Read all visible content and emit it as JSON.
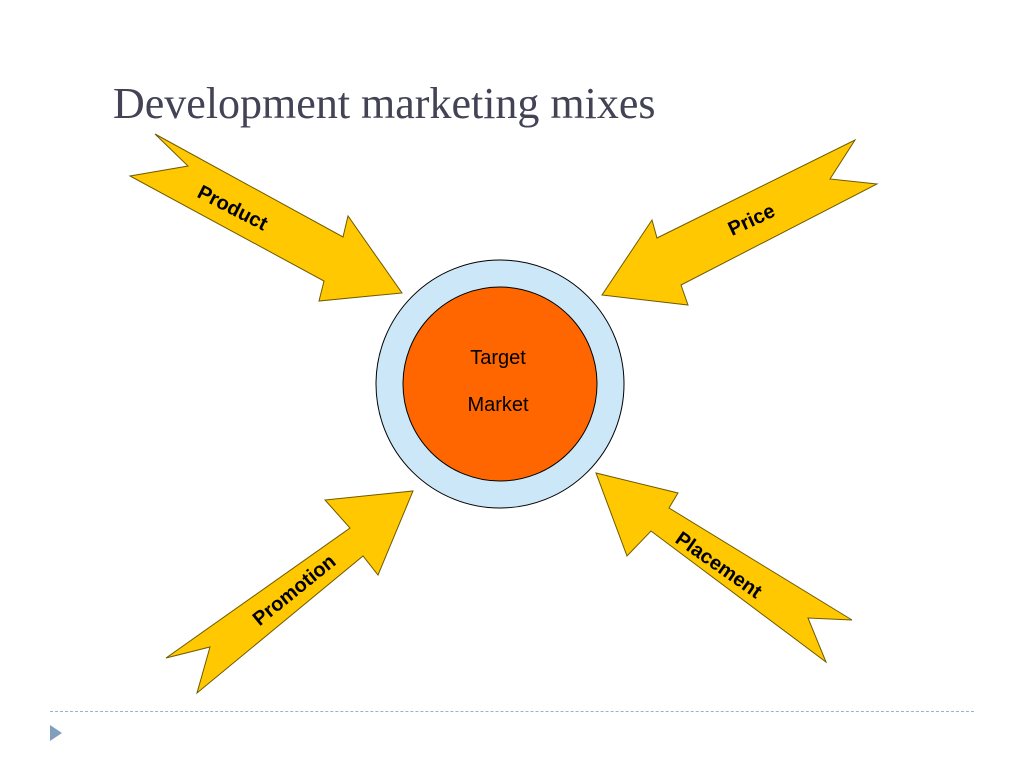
{
  "title": "Development marketing mixes",
  "center": {
    "line1": "Target",
    "line2": "Market"
  },
  "arrows": {
    "product": "Product",
    "price": "Price",
    "promotion": "Promotion",
    "placement": "Placement"
  },
  "colors": {
    "arrow_fill": "#ffc800",
    "arrow_stroke": "#6e5a00",
    "outer_ring": "#cce8f8",
    "inner_circle": "#ff6600",
    "title": "#434355",
    "footer_line": "#9bb3c8",
    "footer_marker": "#7f9fbd"
  },
  "icons": {
    "footer_marker": "triangle-right-icon"
  }
}
